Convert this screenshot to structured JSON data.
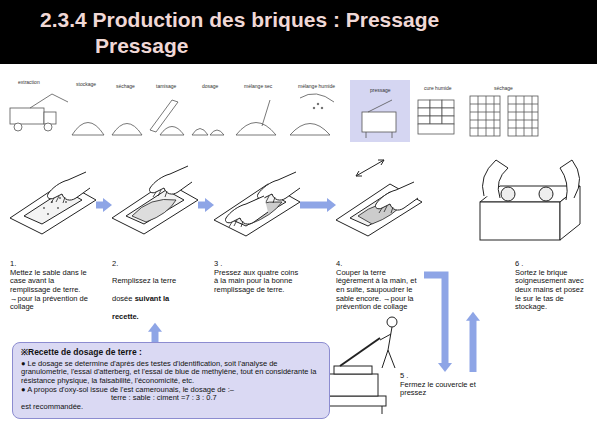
{
  "diagram": {
    "title": "2.3.4 Production des briques : Pressage",
    "nodes": [
      {
        "text": [
          "1.",
          "Mettez le sable dans le case avant la remplissage de terre. →pour la prévention de collage"
        ]
      },
      {
        "text": [
          "2.",
          "Remplissez la terre dosée",
          "suivant la recette."
        ]
      },
      {
        "text": [
          "3 .",
          "Pressez aux quatre coins à la main pour la bonne remplissage de terre."
        ]
      },
      {
        "text": [
          "4.",
          "Couper la terre légèrement à la main, et en suite, saupoudrer le sable encore. →pour la prévention de collage"
        ]
      },
      {
        "text": [
          "5 .",
          "Fermez le couvercle et pressez"
        ]
      },
      {
        "text": [
          "6 .",
          "Sortez le brique soigneusement avec deux mains et posez le sur le tas de stockage."
        ]
      },
      {
        "text": [
          "※Recette de dosage de terre :",
          "● Le dosage se determine d'après des testes d'identification, soit l'analyse de granulometrie, l'essai d'atterberg, et l'essai de blue de methylène, tout en considérante la résistance physique, la faisabilité, l'économicité, etc.",
          "● A propos d'oxy-sol issue de l'est camerounais, le dosage de :–",
          "terre : sable : ciment =7 : 3 : 0.7",
          "est recommandée."
        ]
      }
    ],
    "edges": [
      {
        "from": 0,
        "to": 1,
        "arrow": "to"
      },
      {
        "from": 1,
        "to": 2,
        "arrow": "to"
      },
      {
        "from": 2,
        "to": 3,
        "arrow": "to"
      },
      {
        "from": 3,
        "to": 4,
        "arrow": "to"
      },
      {
        "from": 4,
        "to": 5,
        "arrow": "to"
      },
      {
        "from": 6,
        "to": 1,
        "arrow": "to"
      }
    ],
    "labels": [
      "Pressage",
      "extraction",
      "stockage",
      "séchage",
      "tamisage",
      "dosage",
      "mélange sec",
      "mélange humide",
      "pressage",
      "cure humide",
      "séchage"
    ]
  }
}
